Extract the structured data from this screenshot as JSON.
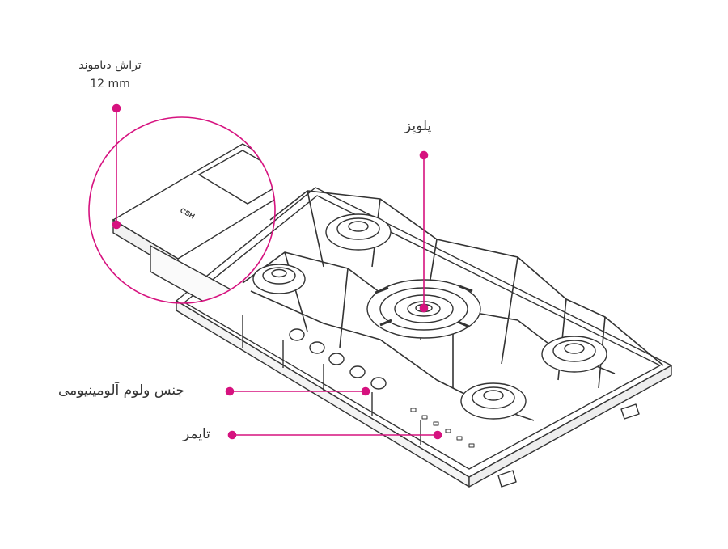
{
  "labels": {
    "diamond_cut": "تراش دیاموند",
    "diamond_cut_size": "12 mm",
    "burner": "پلوپز",
    "knobs": "جنس ولوم آلومینیومی",
    "timer": "تایمر"
  },
  "logo_text": "CSH",
  "colors": {
    "accent": "#d6127f",
    "line": "#333333",
    "background": "#ffffff"
  }
}
